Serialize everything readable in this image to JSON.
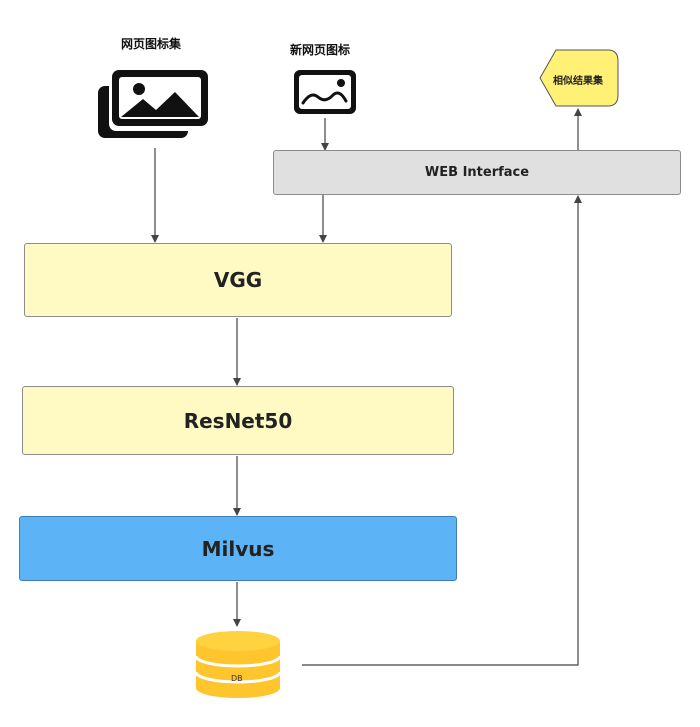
{
  "diagram": {
    "inputs": {
      "image_set_label": "网页图标集",
      "new_image_label": "新网页图标"
    },
    "nodes": {
      "web_interface": "WEB Interface",
      "vgg": "VGG",
      "resnet": "ResNet50",
      "milvus": "Milvus",
      "db": "DB",
      "results": "相似结果集"
    },
    "colors": {
      "model_box_fill": "#fff9c4",
      "milvus_fill": "#5cb3f5",
      "interface_fill": "#e0e0e0",
      "db_fill": "#ffc52c",
      "results_fill": "#fff176"
    }
  }
}
